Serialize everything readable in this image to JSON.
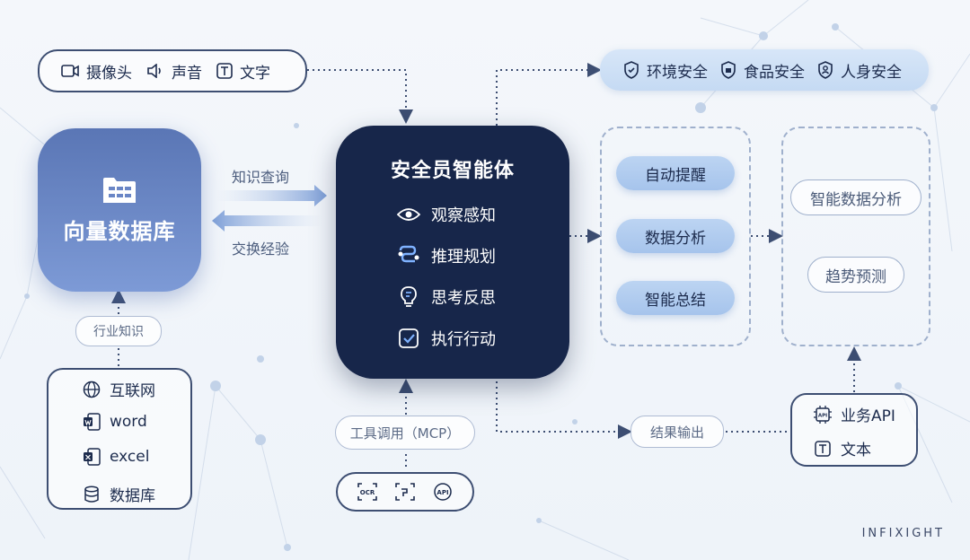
{
  "inputs": {
    "camera": "摄像头",
    "sound": "声音",
    "text": "文字"
  },
  "safety": {
    "environment": "环境安全",
    "food": "食品安全",
    "personal": "人身安全"
  },
  "vector_db": {
    "title": "向量数据库"
  },
  "flows": {
    "query": "知识查询",
    "exchange": "交换经验"
  },
  "agent": {
    "title": "安全员智能体",
    "capabilities": [
      "观察感知",
      "推理规划",
      "思考反思",
      "执行行动"
    ]
  },
  "functions": [
    "自动提醒",
    "数据分析",
    "智能总结"
  ],
  "outcomes": [
    "智能数据分析",
    "趋势预测"
  ],
  "industry_label": "行业知识",
  "sources": [
    "互联网",
    "word",
    "excel",
    "数据库"
  ],
  "tools": {
    "label": "工具调用（MCP）",
    "icons": [
      "ocr-icon",
      "scan-icon",
      "api-icon"
    ]
  },
  "result_label": "结果输出",
  "business": {
    "api": "业务API",
    "text": "文本"
  },
  "brand": "INFIXIGHT",
  "colors": {
    "agent_bg": "#17264a",
    "vector_db": "#6a86c6",
    "accent_pill": "#b3cdf0",
    "outline": "#3d4e72"
  }
}
